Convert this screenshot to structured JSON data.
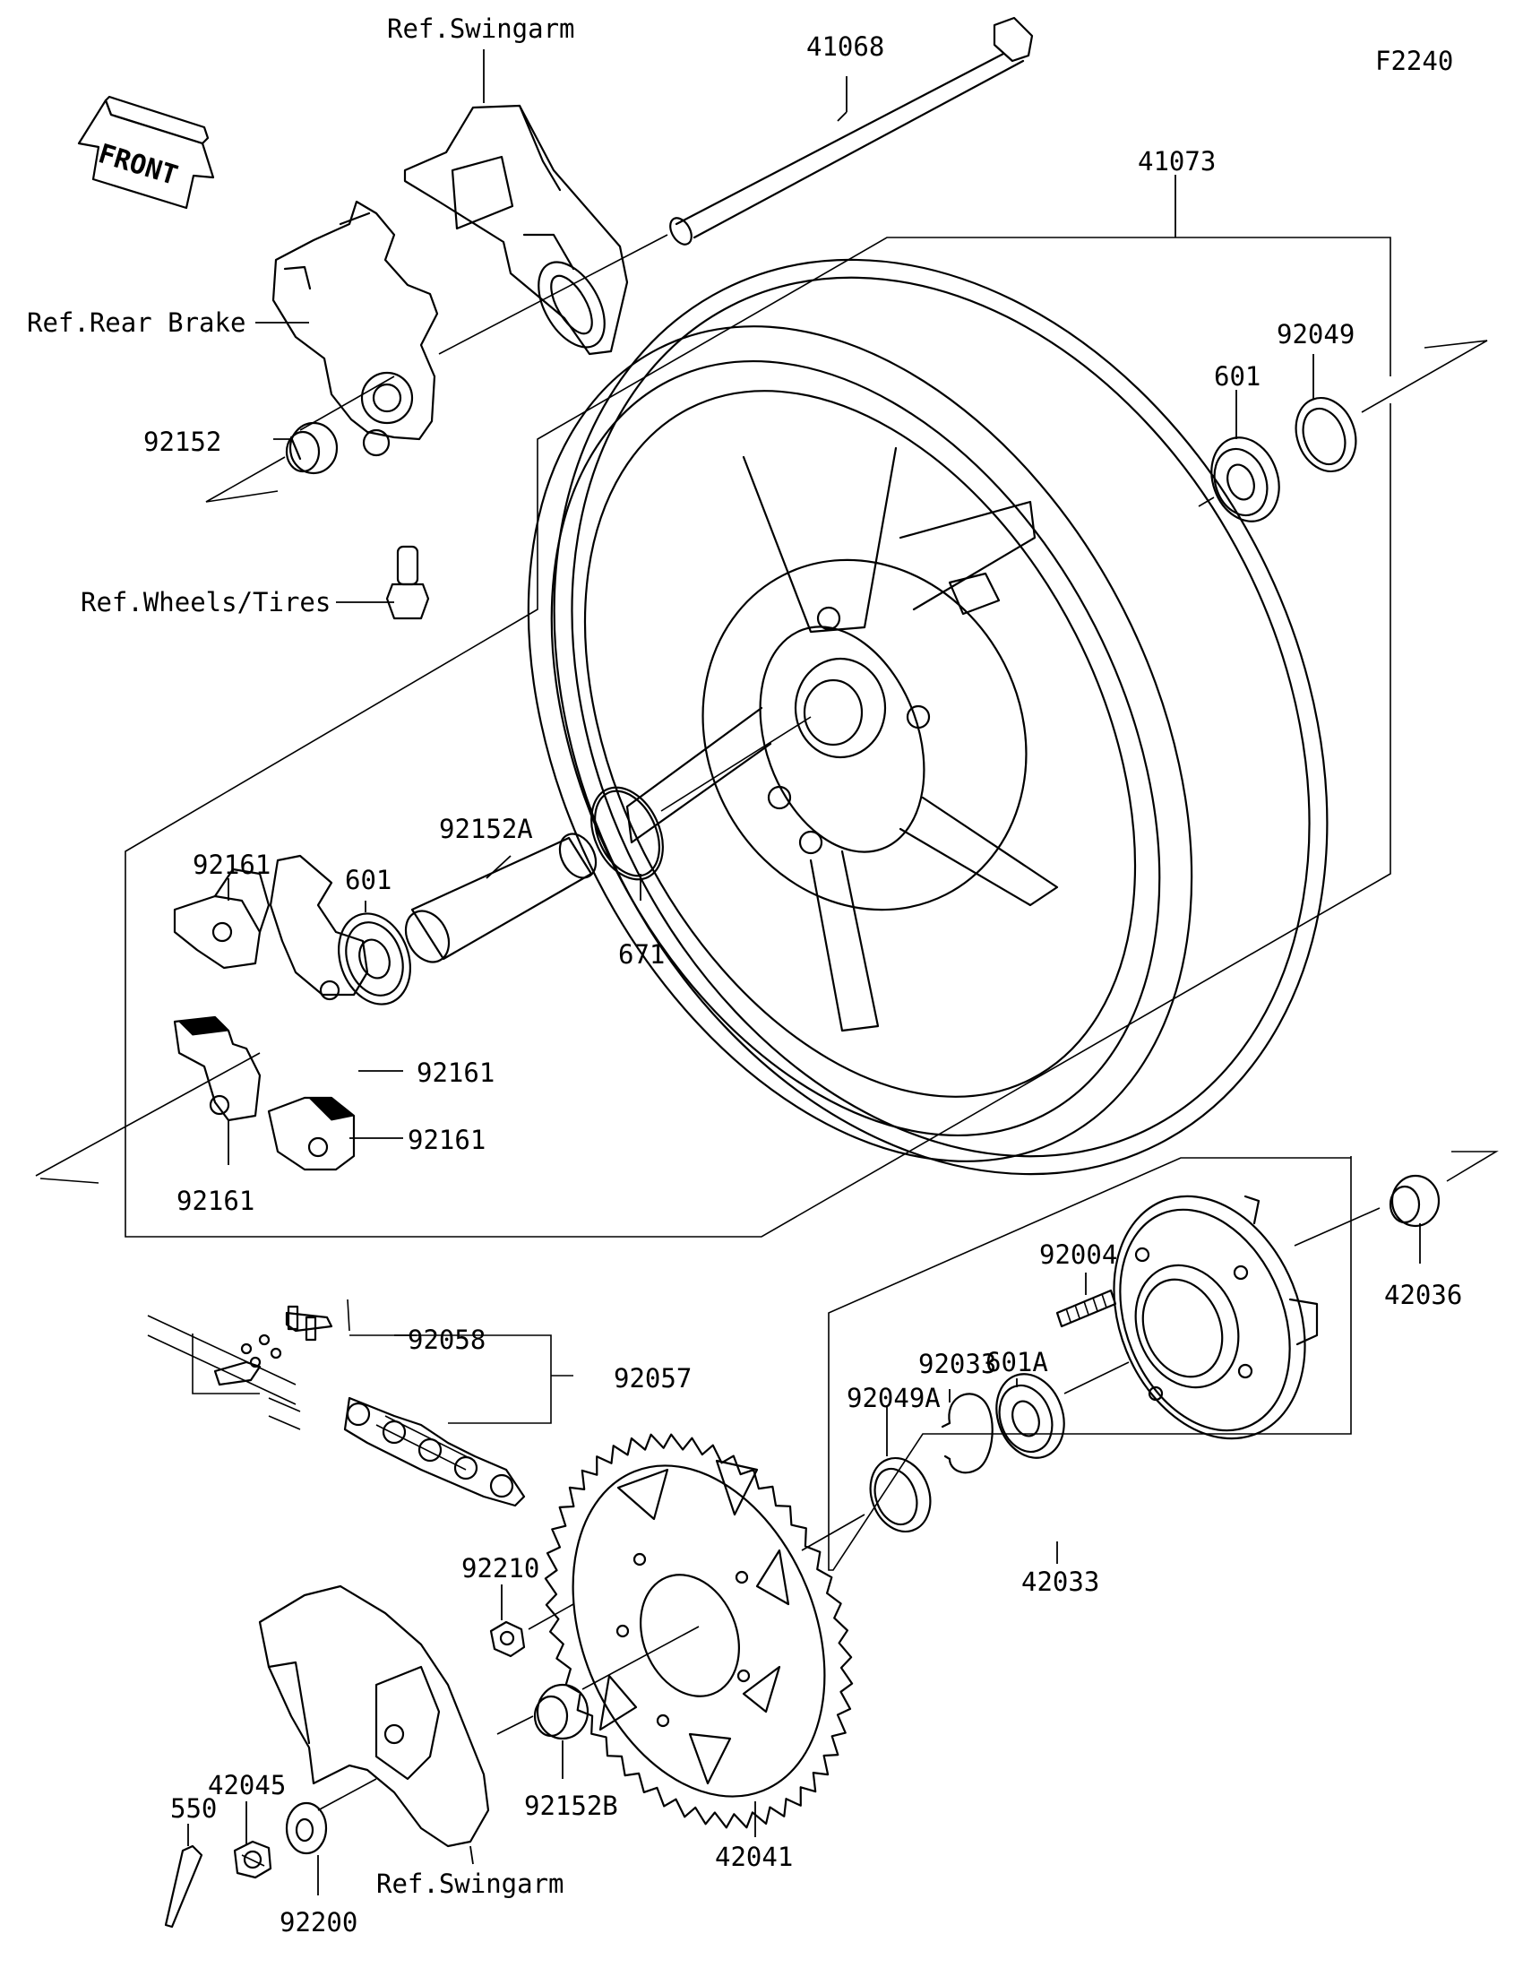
{
  "diagram_code": "F2240",
  "front_label": "FRONT",
  "parts": {
    "p41068": "41068",
    "p41073": "41073",
    "p92049": "92049",
    "p601_top": "601",
    "p92152": "92152",
    "p92152A": "92152A",
    "p601_mid": "601",
    "p671": "671",
    "p92161_a": "92161",
    "p92161_b": "92161",
    "p92161_c": "92161",
    "p92161_d": "92161",
    "p92004": "92004",
    "p42036": "42036",
    "p601A": "601A",
    "p92033": "92033",
    "p92049A": "92049A",
    "p42033": "42033",
    "p92058": "92058",
    "p92057": "92057",
    "p92210": "92210",
    "p92152B": "92152B",
    "p42041": "42041",
    "p42045": "42045",
    "p550": "550",
    "p92200": "92200"
  },
  "refs": {
    "swingarm_top": "Ref.Swingarm",
    "rear_brake": "Ref.Rear Brake",
    "wheels_tires": "Ref.Wheels/Tires",
    "swingarm_bottom": "Ref.Swingarm"
  },
  "icons": [
    "front-arrow-icon"
  ]
}
